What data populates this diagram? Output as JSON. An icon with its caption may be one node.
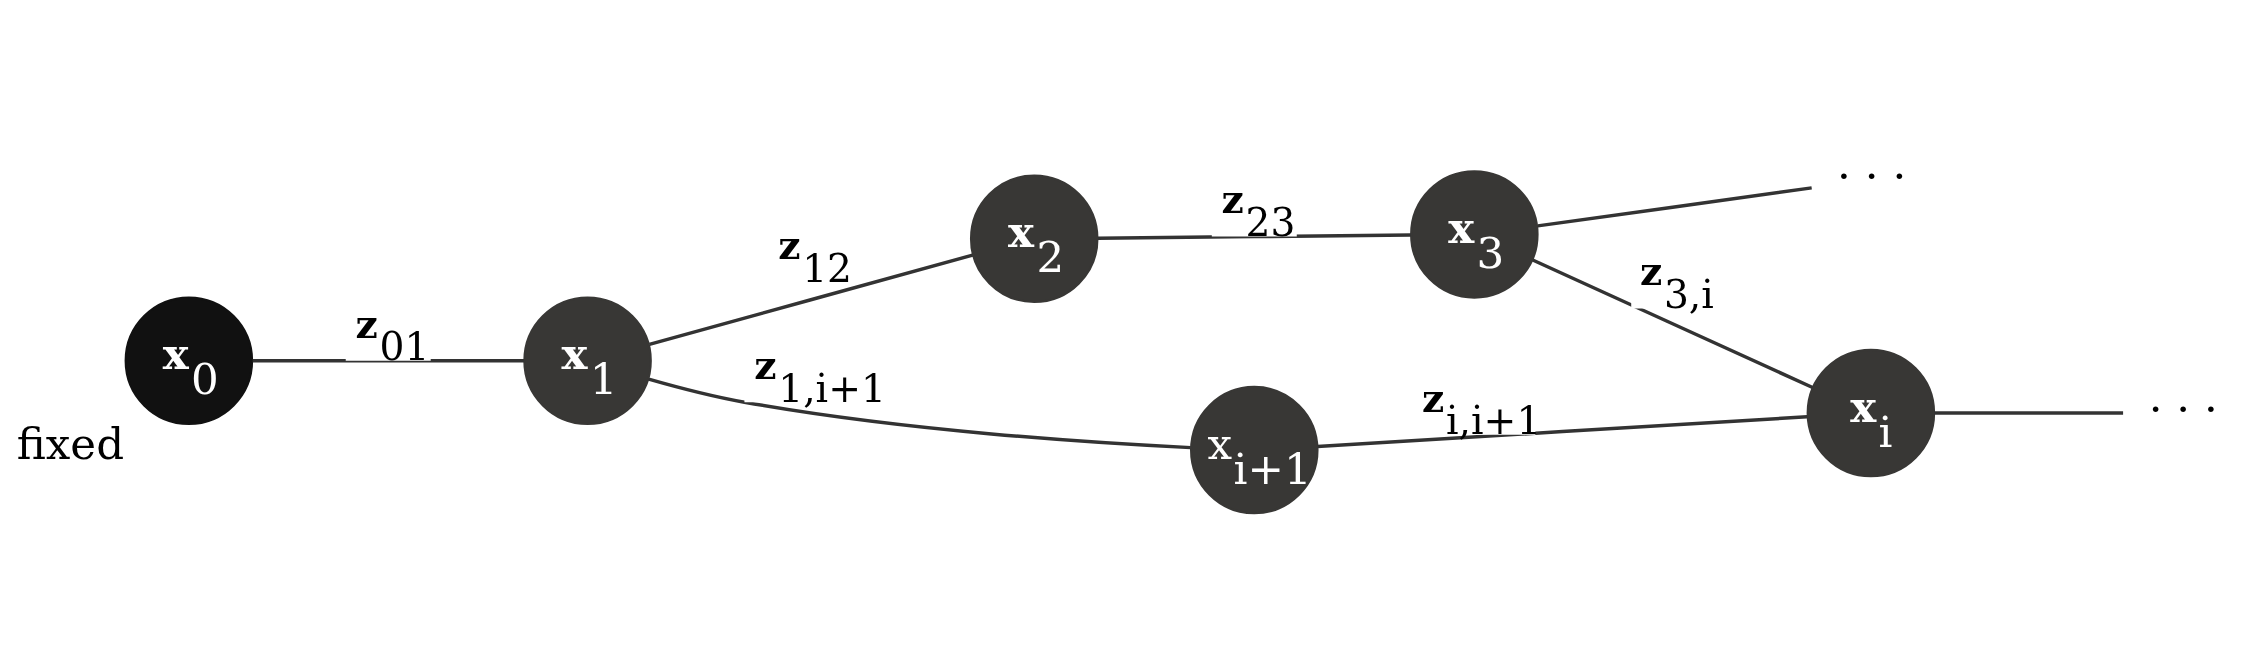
{
  "diagram": {
    "nodes": [
      {
        "text": [
          "**x**$_{0}$"
        ],
        "beside": [
          "fixed"
        ]
      },
      {
        "text": [
          "**x**$_{1}$"
        ]
      },
      {
        "text": [
          "**x**$_{2}$"
        ]
      },
      {
        "text": [
          "**x**$_{3}$"
        ]
      },
      {
        "text": [
          "· · ·"
        ]
      },
      {
        "text": [
          "x$_{i+1}$"
        ]
      },
      {
        "text": [
          "**x**$_{i}$"
        ]
      },
      {
        "text": [
          "· · ·"
        ]
      }
    ],
    "edges": [
      {
        "from": 0,
        "to": 1,
        "arrow": "none",
        "label": "**z**$_{01}$"
      },
      {
        "from": 1,
        "to": 2,
        "arrow": "none",
        "label": "**z**$_{12}$"
      },
      {
        "from": 2,
        "to": 3,
        "arrow": "none",
        "label": "**z**$_{23}$"
      },
      {
        "from": 3,
        "to": 4,
        "arrow": "none"
      },
      {
        "from": 1,
        "to": 5,
        "arrow": "none",
        "label": "**z**$_{1,i+1}$"
      },
      {
        "from": 3,
        "to": 6,
        "arrow": "none",
        "label": "**z**$_{3,i}$"
      },
      {
        "from": 5,
        "to": 6,
        "arrow": "none",
        "label": "**z**$_{i,i+1}$"
      },
      {
        "from": 6,
        "to": 7,
        "arrow": "none"
      }
    ]
  }
}
